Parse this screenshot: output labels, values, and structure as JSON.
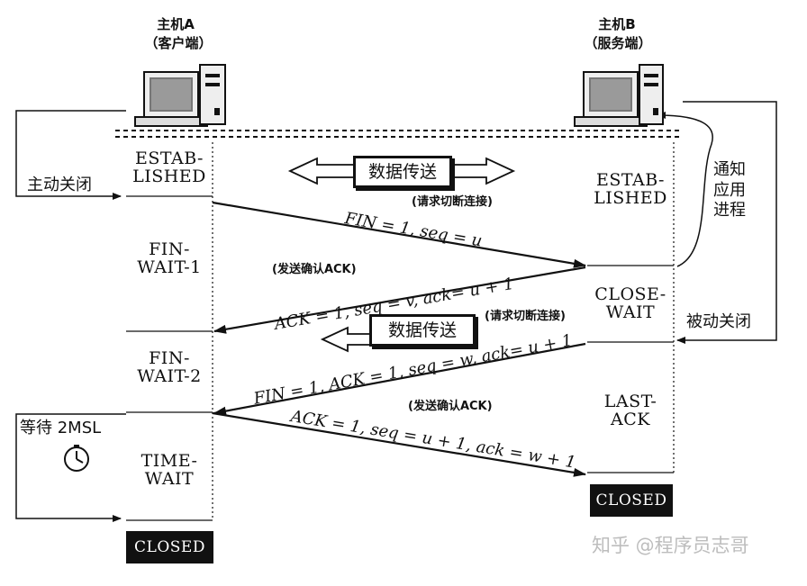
{
  "hosts": {
    "a": {
      "title": "主机A",
      "subtitle": "（客户端）"
    },
    "b": {
      "title": "主机B",
      "subtitle": "（服务端）"
    }
  },
  "client_states": {
    "established": "ESTAB-\nLISHED",
    "fin_wait_1": "FIN-\nWAIT-1",
    "fin_wait_2": "FIN-\nWAIT-2",
    "time_wait": "TIME-\nWAIT",
    "closed": "CLOSED"
  },
  "server_states": {
    "established": "ESTAB-\nLISHED",
    "close_wait": "CLOSE-\nWAIT",
    "last_ack": "LAST-\nACK",
    "closed": "CLOSED"
  },
  "side_labels": {
    "active_close": "主动关闭",
    "passive_close": "被动关闭",
    "notify_app": "通知\n应用\n进程",
    "wait_2msl": "等待 2MSL",
    "clock_icon": "clock-icon"
  },
  "data_transfer": {
    "top": "数据传送",
    "middle": "数据传送"
  },
  "messages": {
    "fin1_note": "(请求切断连接)",
    "fin1": "FIN = 1, seq = u",
    "ack1_note": "(发送确认ACK)",
    "ack1": "ACK = 1, seq = v, ack= u + 1",
    "fin2_note": "(请求切断连接)",
    "fin2": "FIN = 1, ACK = 1, seq = w, ack= u + 1",
    "ack2_note": "(发送确认ACK)",
    "ack2": "ACK = 1, seq = u + 1, ack = w + 1"
  },
  "watermark": "知乎 @程序员志哥"
}
